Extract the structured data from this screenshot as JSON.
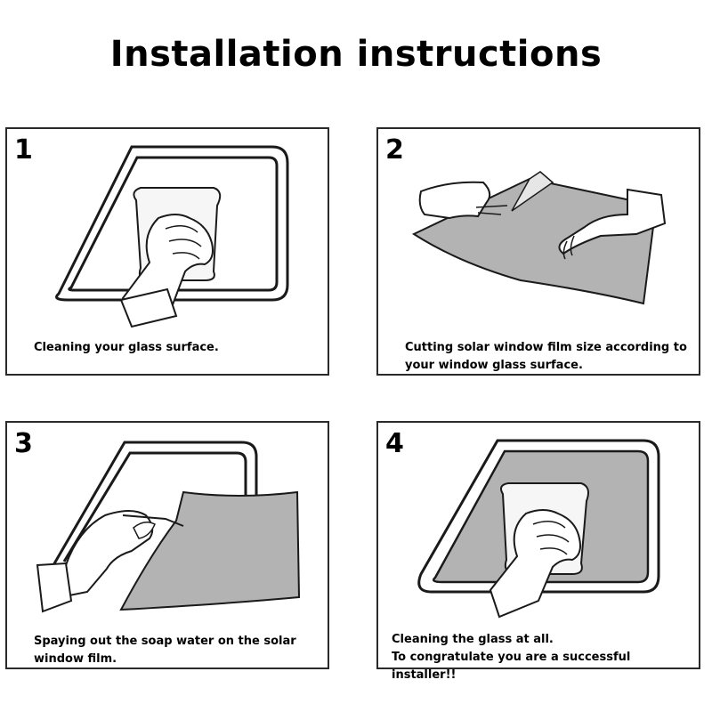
{
  "title": "Installation instructions",
  "steps": [
    {
      "number": "1",
      "caption": [
        "Cleaning your glass surface."
      ]
    },
    {
      "number": "2",
      "caption": [
        "Cutting solar window film size according to",
        "your window glass surface."
      ]
    },
    {
      "number": "3",
      "caption": [
        "Spaying out the soap water on the solar",
        "window film."
      ]
    },
    {
      "number": "4",
      "caption": [
        "Cleaning the glass at all.",
        "To congratulate you are a successful installer!!"
      ]
    }
  ],
  "colors": {
    "film": "#b3b3b3",
    "stroke": "#1a1a1a",
    "background": "#ffffff"
  }
}
